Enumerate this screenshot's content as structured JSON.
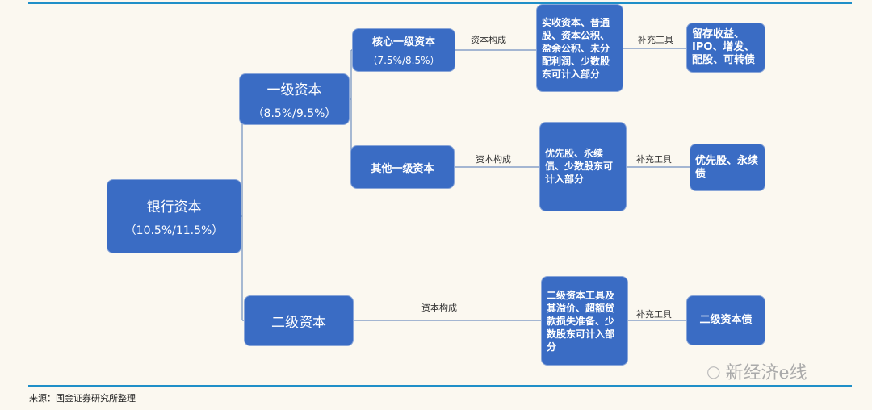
{
  "nodes": {
    "bank": {
      "title": "银行资本",
      "ratio": "（10.5%/11.5%）"
    },
    "tier1": {
      "title": "一级资本",
      "ratio": "（8.5%/9.5%）"
    },
    "tier2": {
      "title": "二级资本"
    },
    "core_tier1": {
      "title": "核心一级资本",
      "ratio": "（7.5%/8.5%）"
    },
    "other_tier1": {
      "title": "其他一级资本"
    },
    "core_composition": "实收资本、普通股、资本公积、盈余公积、未分配利润、少数股东可计入部分",
    "other_composition": "优先股、永续债、少数股东可计入部分",
    "tier2_composition": "二级资本工具及其溢价、超额贷款损失准备、少数股东可计入部分",
    "core_tools": "留存收益、IPO、增发、配股、可转债",
    "other_tools": "优先股、永续债",
    "tier2_tools": "二级资本债"
  },
  "edge_labels": {
    "composition": "资本构成",
    "tools": "补充工具"
  },
  "source": "来源：国金证券研究所整理",
  "watermark": "新经济e线",
  "colors": {
    "box": "#3a6cc4",
    "rule": "#1f8fc8"
  }
}
